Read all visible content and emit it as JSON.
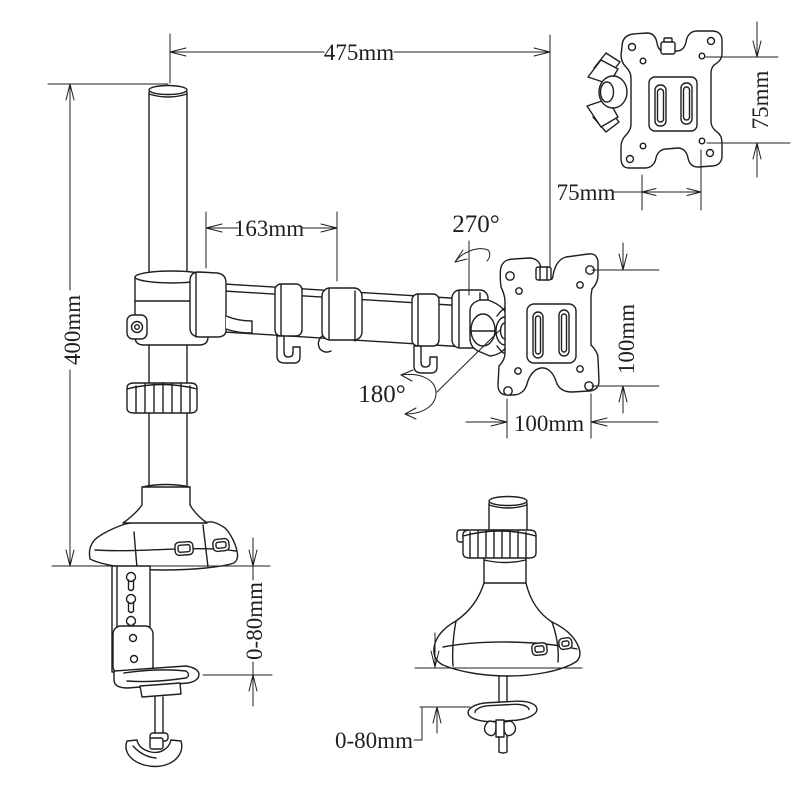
{
  "colors": {
    "line": "#1f1f1f",
    "background": "#ffffff"
  },
  "labels": {
    "reach": "475mm",
    "pole_height": "400mm",
    "arm_segment": "163mm",
    "swivel_rotation": "270°",
    "tilt_rotation": "180°",
    "vesa_height": "100mm",
    "vesa_width": "100mm",
    "vesa_small_height": "75mm",
    "vesa_small_width": "75mm",
    "clamp_range": "0-80mm",
    "grommet_range": "0-80mm"
  }
}
